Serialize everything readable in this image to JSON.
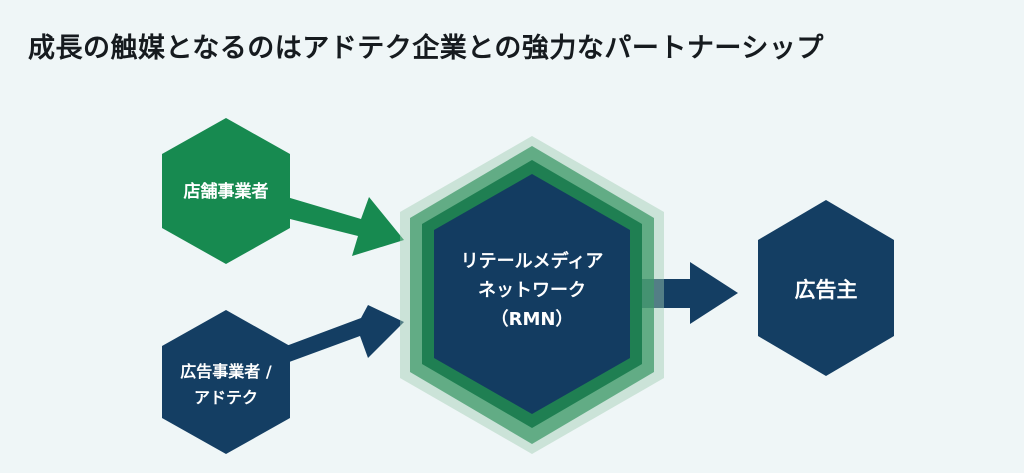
{
  "title": "成長の触媒となるのはアドテク企業との強力なパートナーシップ",
  "nodes": {
    "store_operator": {
      "label": "店舗事業者"
    },
    "ad_tech": {
      "line1": "広告事業者 /",
      "line2": "アドテク"
    },
    "rmn": {
      "line1": "リテールメディア",
      "line2": "ネットワーク",
      "line3": "（RMN）"
    },
    "advertiser": {
      "label": "広告主"
    }
  },
  "colors": {
    "background": "#eff6f7",
    "green": "#178a50",
    "navy": "#143e63",
    "title": "#161b1f"
  }
}
